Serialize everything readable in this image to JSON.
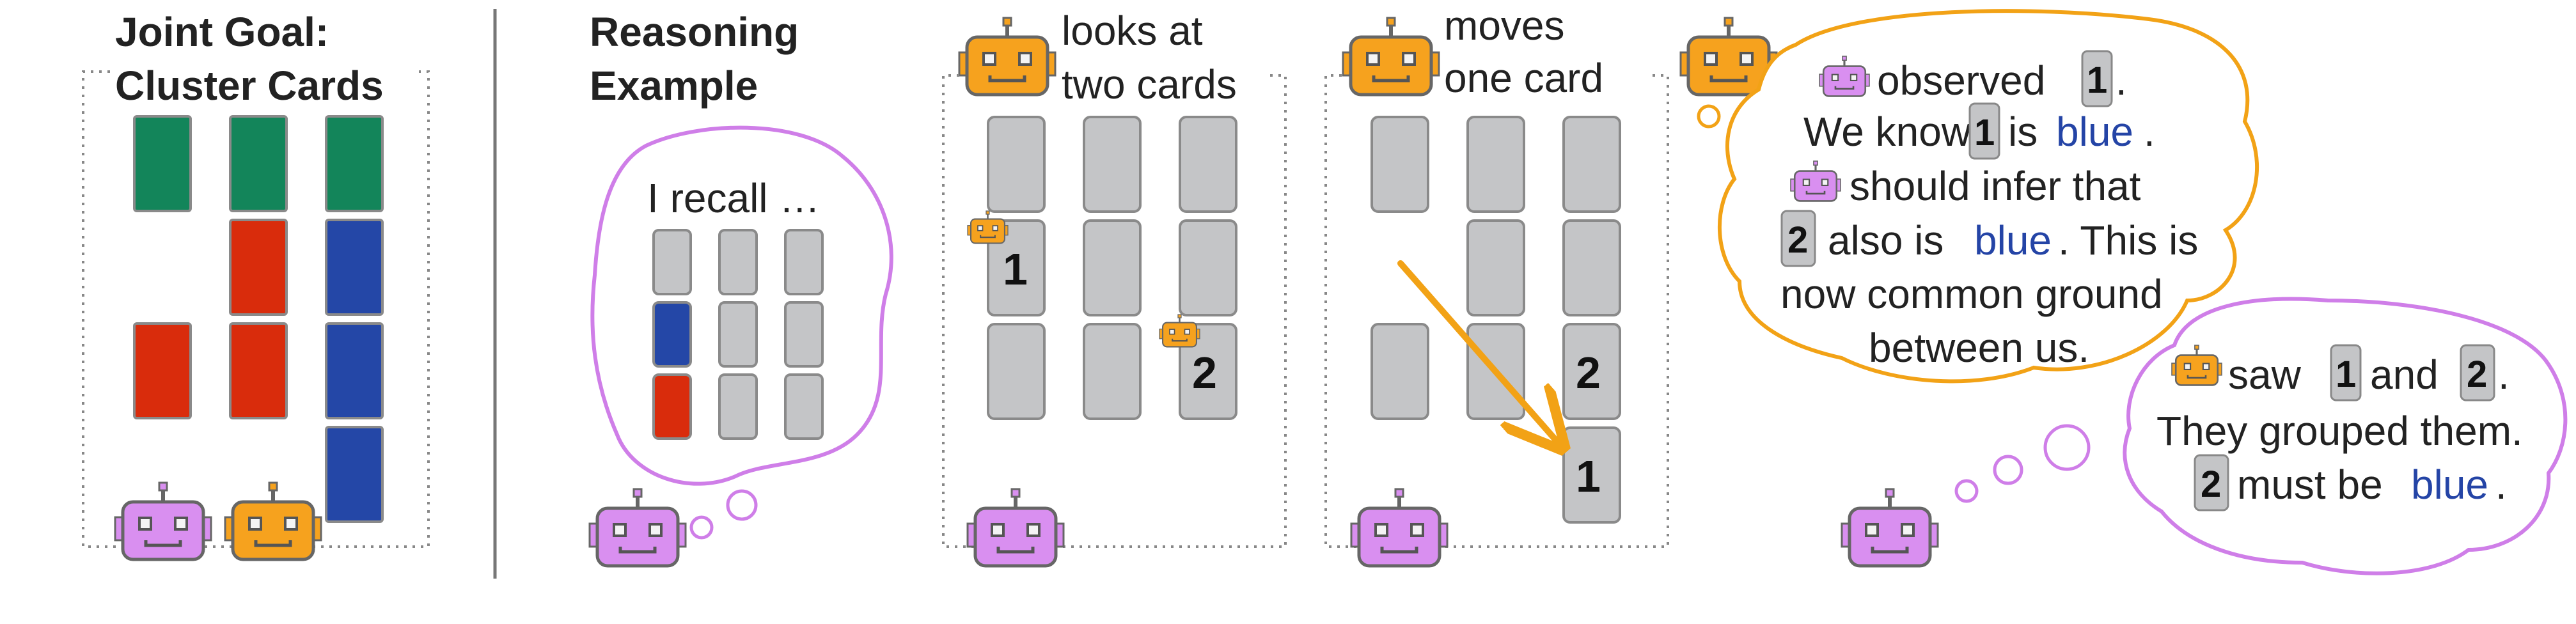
{
  "colors": {
    "green": "#13855a",
    "red": "#d92c0c",
    "blue": "#2447a7",
    "grey": "#c4c5c7",
    "purple_robot": "#d98ff0",
    "orange_robot": "#f6a21e",
    "thought_purple": "#cf7ee8",
    "thought_orange": "#f2a216",
    "arrow": "#f2a216",
    "text_blue": "#2444a6"
  },
  "icons": [
    "purple-robot-icon",
    "orange-robot-icon",
    "thought-bubble-icon",
    "arrow-icon"
  ],
  "panel1": {
    "title_line1": "Joint Goal:",
    "title_line2": "Cluster Cards",
    "cards": [
      {
        "col": 0,
        "row": 0,
        "color": "green"
      },
      {
        "col": 1,
        "row": 0,
        "color": "green"
      },
      {
        "col": 2,
        "row": 0,
        "color": "green"
      },
      {
        "col": 1,
        "row": 1,
        "color": "red"
      },
      {
        "col": 2,
        "row": 1,
        "color": "blue"
      },
      {
        "col": 0,
        "row": 2,
        "color": "red"
      },
      {
        "col": 1,
        "row": 2,
        "color": "red"
      },
      {
        "col": 2,
        "row": 2,
        "color": "blue"
      },
      {
        "col": 2,
        "row": 3,
        "color": "blue"
      }
    ]
  },
  "panel2": {
    "title_line1": "Reasoning",
    "title_line2": "Example",
    "thought_text": "I recall …",
    "recall_cards": [
      {
        "col": 0,
        "row": 0,
        "color": "grey"
      },
      {
        "col": 1,
        "row": 0,
        "color": "grey"
      },
      {
        "col": 2,
        "row": 0,
        "color": "grey"
      },
      {
        "col": 0,
        "row": 1,
        "color": "blue"
      },
      {
        "col": 1,
        "row": 1,
        "color": "grey"
      },
      {
        "col": 2,
        "row": 1,
        "color": "grey"
      },
      {
        "col": 0,
        "row": 2,
        "color": "red"
      },
      {
        "col": 1,
        "row": 2,
        "color": "grey"
      },
      {
        "col": 2,
        "row": 2,
        "color": "grey"
      }
    ]
  },
  "panel3": {
    "caption_line1": "looks at",
    "caption_line2": "two cards",
    "label_1": "1",
    "label_2": "2"
  },
  "panel4": {
    "caption_line1": "moves",
    "caption_line2": "one card",
    "label_1": "1",
    "label_2": "2"
  },
  "bubble_orange": {
    "l1_text": "observed",
    "l1_num": "1",
    "l1_end": ".",
    "l2_a": "We know",
    "l2_num": "1",
    "l2_b": "is",
    "l2_blue": "blue",
    "l2_end": ".",
    "l3_text": "should infer that",
    "l4_num": "2",
    "l4_a": "also is",
    "l4_blue": "blue",
    "l4_b": ". This is",
    "l5": "now common ground",
    "l6": "between us."
  },
  "bubble_purple": {
    "l1_a": "saw",
    "l1_num1": "1",
    "l1_b": "and",
    "l1_num2": "2",
    "l1_end": ".",
    "l2": "They grouped them.",
    "l3_num": "2",
    "l3_a": "must be",
    "l3_blue": "blue",
    "l3_end": "."
  }
}
